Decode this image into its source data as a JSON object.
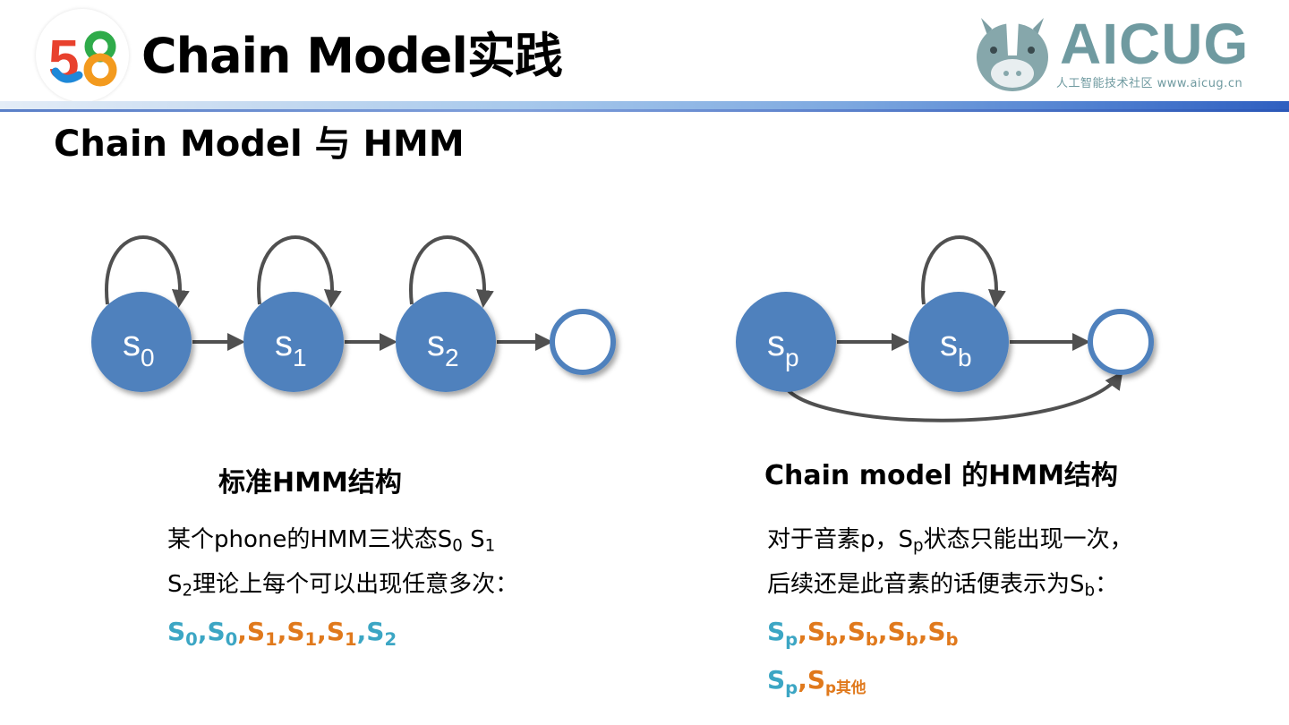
{
  "header": {
    "title": "Chain Model实践",
    "logo_left": "58",
    "logo_right": {
      "name": "AICUG",
      "subtitle": "人工智能技术社区 www.aicug.cn",
      "icon": "rhino-icon"
    }
  },
  "section_title": "Chain Model 与 HMM",
  "colors": {
    "node_fill": "#4f81bd",
    "arrow": "#505050",
    "seq_blue": "#3ca6c4",
    "seq_orange": "#e0791c"
  },
  "left": {
    "nodes": [
      {
        "letter": "s",
        "sub": "0"
      },
      {
        "letter": "s",
        "sub": "1"
      },
      {
        "letter": "s",
        "sub": "2"
      },
      {
        "letter": "",
        "sub": ""
      }
    ],
    "caption": "标准HMM结构",
    "line1": {
      "text": "某个phone的HMM三状态S",
      "s0": "0",
      "sep": " S",
      "s1": "1"
    },
    "line2": {
      "s": "S",
      "s2": "2",
      "text": "理论上每个可以出现任意多次："
    },
    "sequence": [
      {
        "letter": "S",
        "sub": "0",
        "color": "blue"
      },
      {
        "letter": "S",
        "sub": "0",
        "color": "blue"
      },
      {
        "letter": "S",
        "sub": "1",
        "color": "orange"
      },
      {
        "letter": "S",
        "sub": "1",
        "color": "orange"
      },
      {
        "letter": "S",
        "sub": "1",
        "color": "orange"
      },
      {
        "letter": "S",
        "sub": "2",
        "color": "blue"
      }
    ]
  },
  "right": {
    "nodes": [
      {
        "letter": "s",
        "sub": "p"
      },
      {
        "letter": "s",
        "sub": "b"
      },
      {
        "letter": "",
        "sub": ""
      }
    ],
    "caption": "Chain model 的HMM结构",
    "line1": {
      "text": "对于音素p，S",
      "sub": "p",
      "rest": "状态只能出现一次，"
    },
    "line2": {
      "text": "后续还是此音素的话便表示为S",
      "sub": "b",
      "rest": "："
    },
    "sequence1": [
      {
        "letter": "S",
        "sub": "p",
        "color": "blue"
      },
      {
        "letter": "S",
        "sub": "b",
        "color": "orange"
      },
      {
        "letter": "S",
        "sub": "b",
        "color": "orange"
      },
      {
        "letter": "S",
        "sub": "b",
        "color": "orange"
      },
      {
        "letter": "S",
        "sub": "b",
        "color": "orange"
      }
    ],
    "sequence2": [
      {
        "letter": "S",
        "sub": "p",
        "color": "blue"
      },
      {
        "letter": "S",
        "sub": "p其他",
        "color": "orange"
      }
    ]
  }
}
